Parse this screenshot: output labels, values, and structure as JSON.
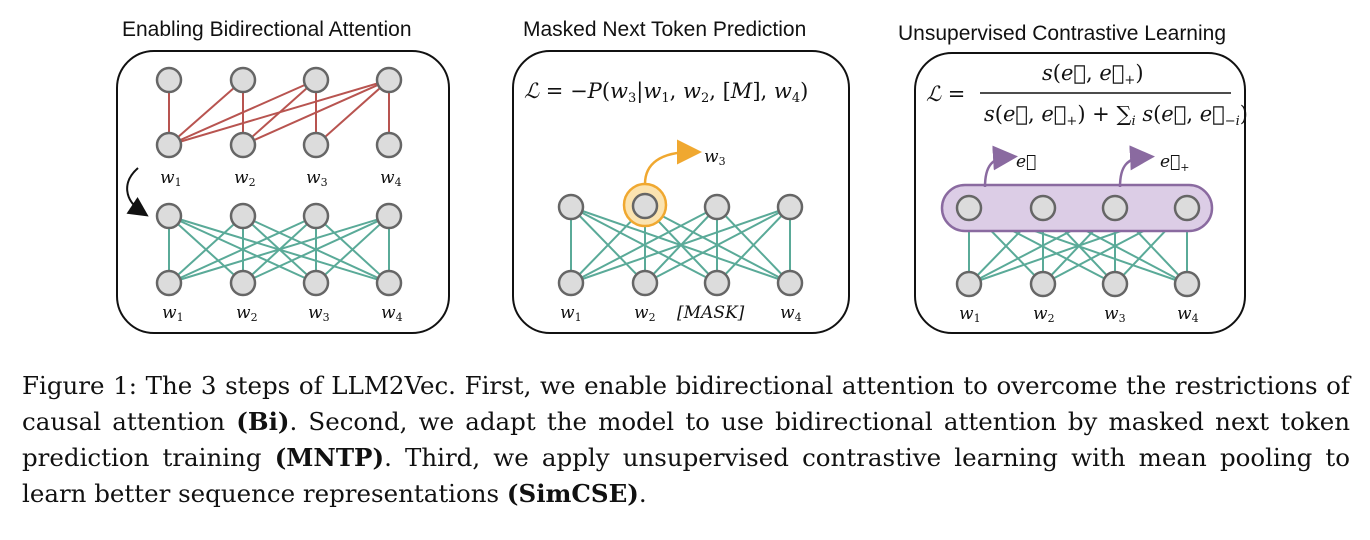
{
  "panels": [
    {
      "title": "Enabling Bidirectional Attention",
      "tokens_top": [
        "w",
        "w",
        "w",
        "w"
      ],
      "tokens_bottom": [
        "w",
        "w",
        "w",
        "w"
      ]
    },
    {
      "title": "Masked Next Token Prediction",
      "loss": "ℒ = −P(w₃|w₁, w₂, [M], w₄)",
      "output_token": "w₃",
      "tokens": [
        "w₁",
        "w₂",
        "[MASK]",
        "w₄"
      ]
    },
    {
      "title": "Unsupervised Contrastive Learning",
      "loss_numerator": "s(e⃗, e⃗₊)",
      "loss_denominator": "s(e⃗, e⃗₊) + ∑ᵢ s(e⃗, e⃗₋ᵢ)",
      "loss_lhs": "ℒ =",
      "embed_a": "e⃗",
      "embed_b": "e⃗₊",
      "tokens": [
        "w₁",
        "w₂",
        "w₃",
        "w₄"
      ]
    }
  ],
  "caption": {
    "part1": "Figure 1: The 3 steps of LLM2Vec. First, we enable bidirectional attention to overcome the restrictions of causal attention ",
    "bold1": "(Bi)",
    "part2": ". Second, we adapt the model to use bidirectional attention by masked next token prediction training ",
    "bold2": "(MNTP)",
    "part3": ". Third, we apply unsupervised contrastive learning with mean pooling to learn better sequence representations ",
    "bold3": "(SimCSE)",
    "part4": "."
  },
  "colors": {
    "causal_edge": "#b85450",
    "bidir_edge": "#5aaa98",
    "highlight": "#f0a830",
    "pool": "#8a6aa0",
    "pool_fill": "#dccde6"
  }
}
